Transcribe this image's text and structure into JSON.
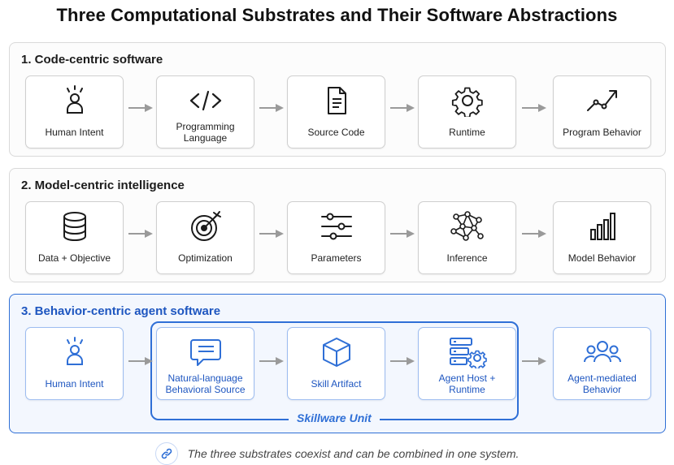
{
  "title": "Three Computational Substrates and Their Software Abstractions",
  "sections": [
    {
      "title": "1. Code-centric software",
      "steps": [
        {
          "label": "Human Intent",
          "icon": "person-idea-icon"
        },
        {
          "label": "Programming Language",
          "icon": "code-brackets-icon"
        },
        {
          "label": "Source Code",
          "icon": "document-icon"
        },
        {
          "label": "Runtime",
          "icon": "gear-icon"
        },
        {
          "label": "Program Behavior",
          "icon": "trend-line-icon"
        }
      ]
    },
    {
      "title": "2. Model-centric intelligence",
      "steps": [
        {
          "label": "Data + Objective",
          "icon": "database-icon"
        },
        {
          "label": "Optimization",
          "icon": "target-icon"
        },
        {
          "label": "Parameters",
          "icon": "sliders-icon"
        },
        {
          "label": "Inference",
          "icon": "network-icon"
        },
        {
          "label": "Model Behavior",
          "icon": "bar-chart-icon"
        }
      ]
    },
    {
      "title": "3. Behavior-centric agent software",
      "steps": [
        {
          "label": "Human Intent",
          "icon": "person-idea-icon"
        },
        {
          "label": "Natural-language Behavioral Source",
          "icon": "chat-bubble-icon"
        },
        {
          "label": "Skill Artifact",
          "icon": "cube-icon"
        },
        {
          "label": "Agent Host + Runtime",
          "icon": "server-gear-icon"
        },
        {
          "label": "Agent-mediated Behavior",
          "icon": "group-icon"
        }
      ],
      "group_label": "Skillware Unit"
    }
  ],
  "footnote": "The three substrates coexist and can be combined in one system.",
  "colors": {
    "accent": "#2f6fd6",
    "dark": "#1b1b1b",
    "arrow": "#9a9a9a"
  }
}
